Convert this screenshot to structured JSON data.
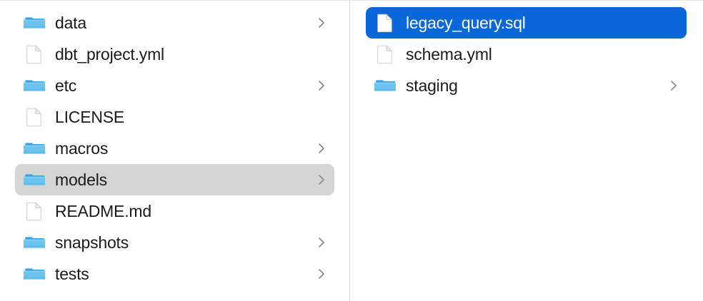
{
  "window": {
    "kind": "file-browser-column-view",
    "background": "#ffffff",
    "divider_color": "#dcdcdc",
    "selection_blue": "#0a67d8",
    "selection_gray": "#d5d5d5",
    "folder_icon_color": "#6cc3ef",
    "folder_icon_tab_color": "#3ba3e3",
    "file_icon_color": "#ffffff",
    "text_color": "#1b1b1b",
    "selected_text_color": "#ffffff",
    "chevron_color": "#8a8a8a"
  },
  "columns": [
    {
      "name": "column-left",
      "items": [
        {
          "label": "data",
          "icon": "folder-icon",
          "type": "folder",
          "has_chevron": true,
          "state": "normal"
        },
        {
          "label": "dbt_project.yml",
          "icon": "file-icon",
          "type": "file",
          "has_chevron": false,
          "state": "normal"
        },
        {
          "label": "etc",
          "icon": "folder-icon",
          "type": "folder",
          "has_chevron": true,
          "state": "normal"
        },
        {
          "label": "LICENSE",
          "icon": "file-icon",
          "type": "file",
          "has_chevron": false,
          "state": "normal"
        },
        {
          "label": "macros",
          "icon": "folder-icon",
          "type": "folder",
          "has_chevron": true,
          "state": "normal"
        },
        {
          "label": "models",
          "icon": "folder-icon",
          "type": "folder",
          "has_chevron": true,
          "state": "selected-gray"
        },
        {
          "label": "README.md",
          "icon": "file-icon",
          "type": "file",
          "has_chevron": false,
          "state": "normal"
        },
        {
          "label": "snapshots",
          "icon": "folder-icon",
          "type": "folder",
          "has_chevron": true,
          "state": "normal"
        },
        {
          "label": "tests",
          "icon": "folder-icon",
          "type": "folder",
          "has_chevron": true,
          "state": "normal"
        }
      ]
    },
    {
      "name": "column-right",
      "items": [
        {
          "label": "legacy_query.sql",
          "icon": "file-icon",
          "type": "file",
          "has_chevron": false,
          "state": "selected-blue"
        },
        {
          "label": "schema.yml",
          "icon": "file-icon",
          "type": "file",
          "has_chevron": false,
          "state": "normal"
        },
        {
          "label": "staging",
          "icon": "folder-icon",
          "type": "folder",
          "has_chevron": true,
          "state": "normal"
        }
      ]
    }
  ]
}
